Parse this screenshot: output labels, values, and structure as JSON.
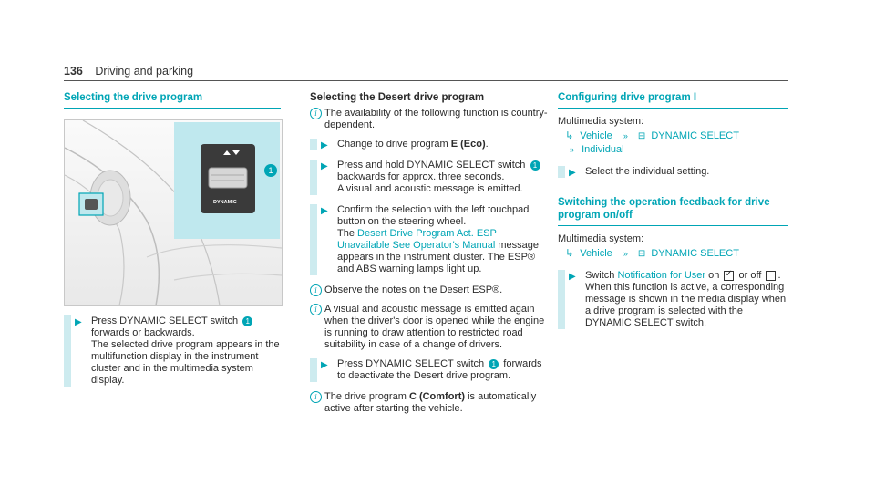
{
  "header": {
    "page_number": "136",
    "title": "Driving and parking"
  },
  "col1": {
    "heading": "Selecting the drive program",
    "figure": {
      "switch_label": "DYNAMIC",
      "callout": "1"
    },
    "step1": {
      "pre": "Press DYNAMIC SELECT switch",
      "badge": "1",
      "post": "forwards or backwards.",
      "line2": "The selected drive program appears in the multifunction display in the instrument cluster and in the multimedia system display."
    }
  },
  "col2": {
    "heading": "Selecting the Desert drive program",
    "note1": "The availability of the following function is country-dependent.",
    "step1": {
      "pre": "Change to drive program",
      "bold": "E (Eco)",
      "post": "."
    },
    "step2": {
      "pre": "Press and hold DYNAMIC SELECT switch",
      "badge": "1",
      "post": "backwards for approx. three seconds.",
      "line2": "A visual and acoustic message is emitted."
    },
    "step3": {
      "line1": "Confirm the selection with the left touchpad button on the steering wheel.",
      "pre": "The",
      "link": "Desert Drive Program Act. ESP Unavailable See Operator's Manual",
      "post": "message appears in the instrument cluster. The ESP® and ABS warning lamps light up."
    },
    "note2": "Observe the notes on the Desert ESP®.",
    "note3": "A visual and acoustic message is emitted again when the driver's door is opened while the engine is running to draw attention to restricted road suitability in case of a change of drivers.",
    "step4": {
      "pre": "Press DYNAMIC SELECT switch",
      "badge": "1",
      "post": "forwards to deactivate the Desert drive program."
    },
    "note4": {
      "pre": "The drive program",
      "bold": "C (Comfort)",
      "post": "is automatically active after starting the vehicle."
    }
  },
  "col3": {
    "heading1": "Configuring drive program I",
    "multimedia1": "Multimedia system:",
    "path1": {
      "vehicle": "Vehicle",
      "dynamic": "DYNAMIC SELECT",
      "individual": "Individual"
    },
    "step1": "Select the individual setting.",
    "heading2": "Switching the operation feedback for drive program on/off",
    "multimedia2": "Multimedia system:",
    "path2": {
      "vehicle": "Vehicle",
      "dynamic": "DYNAMIC SELECT"
    },
    "step2": {
      "pre": "Switch",
      "link": "Notification for User",
      "mid": "on",
      "mid2": "or off",
      "post": ".",
      "line2": "When this function is active, a corresponding message is shown in the media display when a drive program is selected with the DYNAMIC SELECT switch."
    }
  }
}
